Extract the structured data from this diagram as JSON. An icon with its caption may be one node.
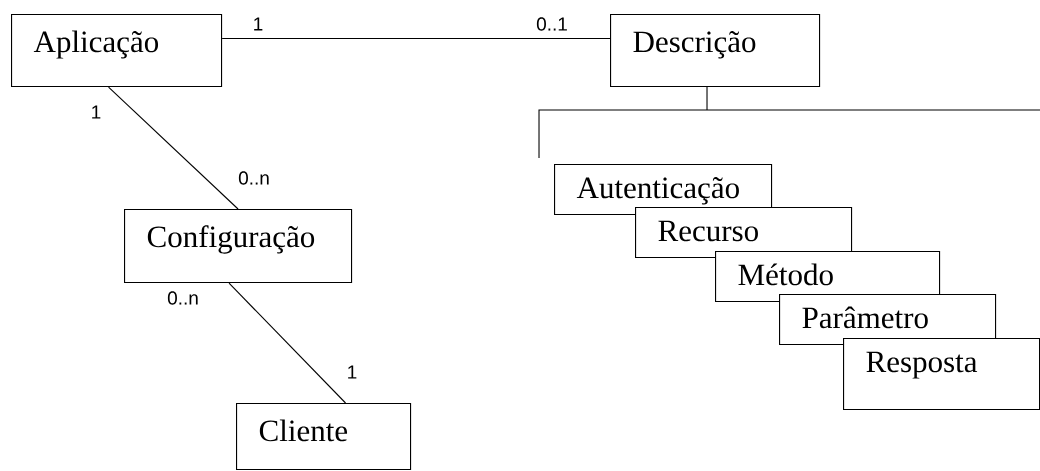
{
  "diagram": {
    "nodes": [
      {
        "text": [
          "Aplicação"
        ]
      },
      {
        "text": [
          "Descrição"
        ]
      },
      {
        "text": [
          "Configuração"
        ]
      },
      {
        "text": [
          "Cliente"
        ]
      },
      {
        "text": [
          "Autenticação"
        ]
      },
      {
        "text": [
          "Recurso"
        ]
      },
      {
        "text": [
          "Método"
        ]
      },
      {
        "text": [
          "Parâmetro"
        ]
      },
      {
        "text": [
          "Resposta"
        ]
      }
    ],
    "edges": [
      {
        "from": 0,
        "to": 1,
        "arrow": "none"
      },
      {
        "from": 0,
        "to": 2,
        "arrow": "none"
      },
      {
        "from": 2,
        "to": 3,
        "arrow": "none"
      }
    ],
    "labels": [
      "1",
      "0..1",
      "1",
      "0..n",
      "0..n",
      "1"
    ]
  }
}
